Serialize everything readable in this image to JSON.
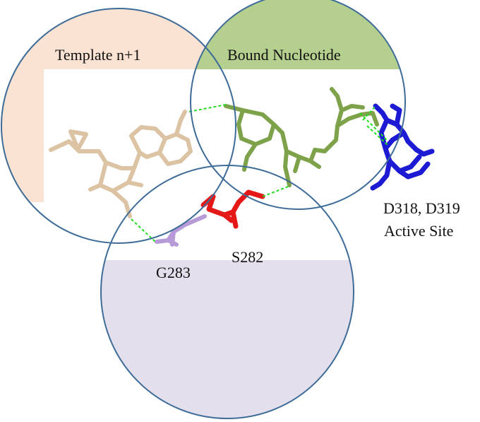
{
  "labels": {
    "template": "Template n+1",
    "bound_nucleotide": "Bound Nucleotide",
    "active_site_line1": "D318, D319",
    "active_site_line2": "Active Site",
    "s282": "S282",
    "g283": "G283"
  },
  "colors": {
    "template_fill": "#fbe3d3",
    "nucleotide_fill": "#b5cf8e",
    "bottom_fill": "#e4dfec",
    "circle_stroke": "#3e6c98",
    "template_molecule": "#dcc3a4",
    "nucleotide_molecule": "#7ea24a",
    "active_site_molecule": "#1c1ad2",
    "s282_molecule": "#e51818",
    "g283_molecule": "#b79ad8",
    "hbond": "#22dd22"
  }
}
